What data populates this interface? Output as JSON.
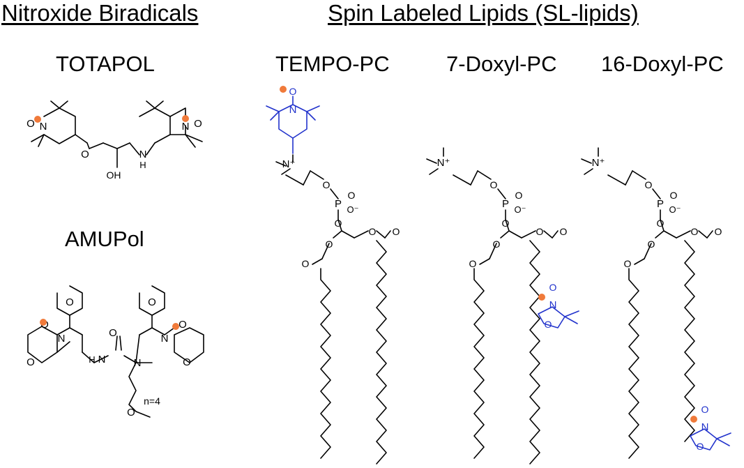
{
  "headers": {
    "biradicals": "Nitroxide Biradicals",
    "sl_lipids": "Spin Labeled Lipids (SL-lipids)"
  },
  "compounds": {
    "totapol": "TOTAPOL",
    "amupol": "AMUPol",
    "tempo_pc": "TEMPO-PC",
    "doxyl7_pc": "7-Doxyl-PC",
    "doxyl16_pc": "16-Doxyl-PC"
  },
  "atoms": {
    "O": "O",
    "N": "N",
    "OH": "OH",
    "H": "H",
    "P": "P",
    "Nplus": "N⁺",
    "Ominus": "O⁻",
    "repeat": "n=4"
  },
  "colors": {
    "bond": "#000000",
    "spin_label": "#2233cc",
    "radical_dot": "#f07a3a"
  }
}
